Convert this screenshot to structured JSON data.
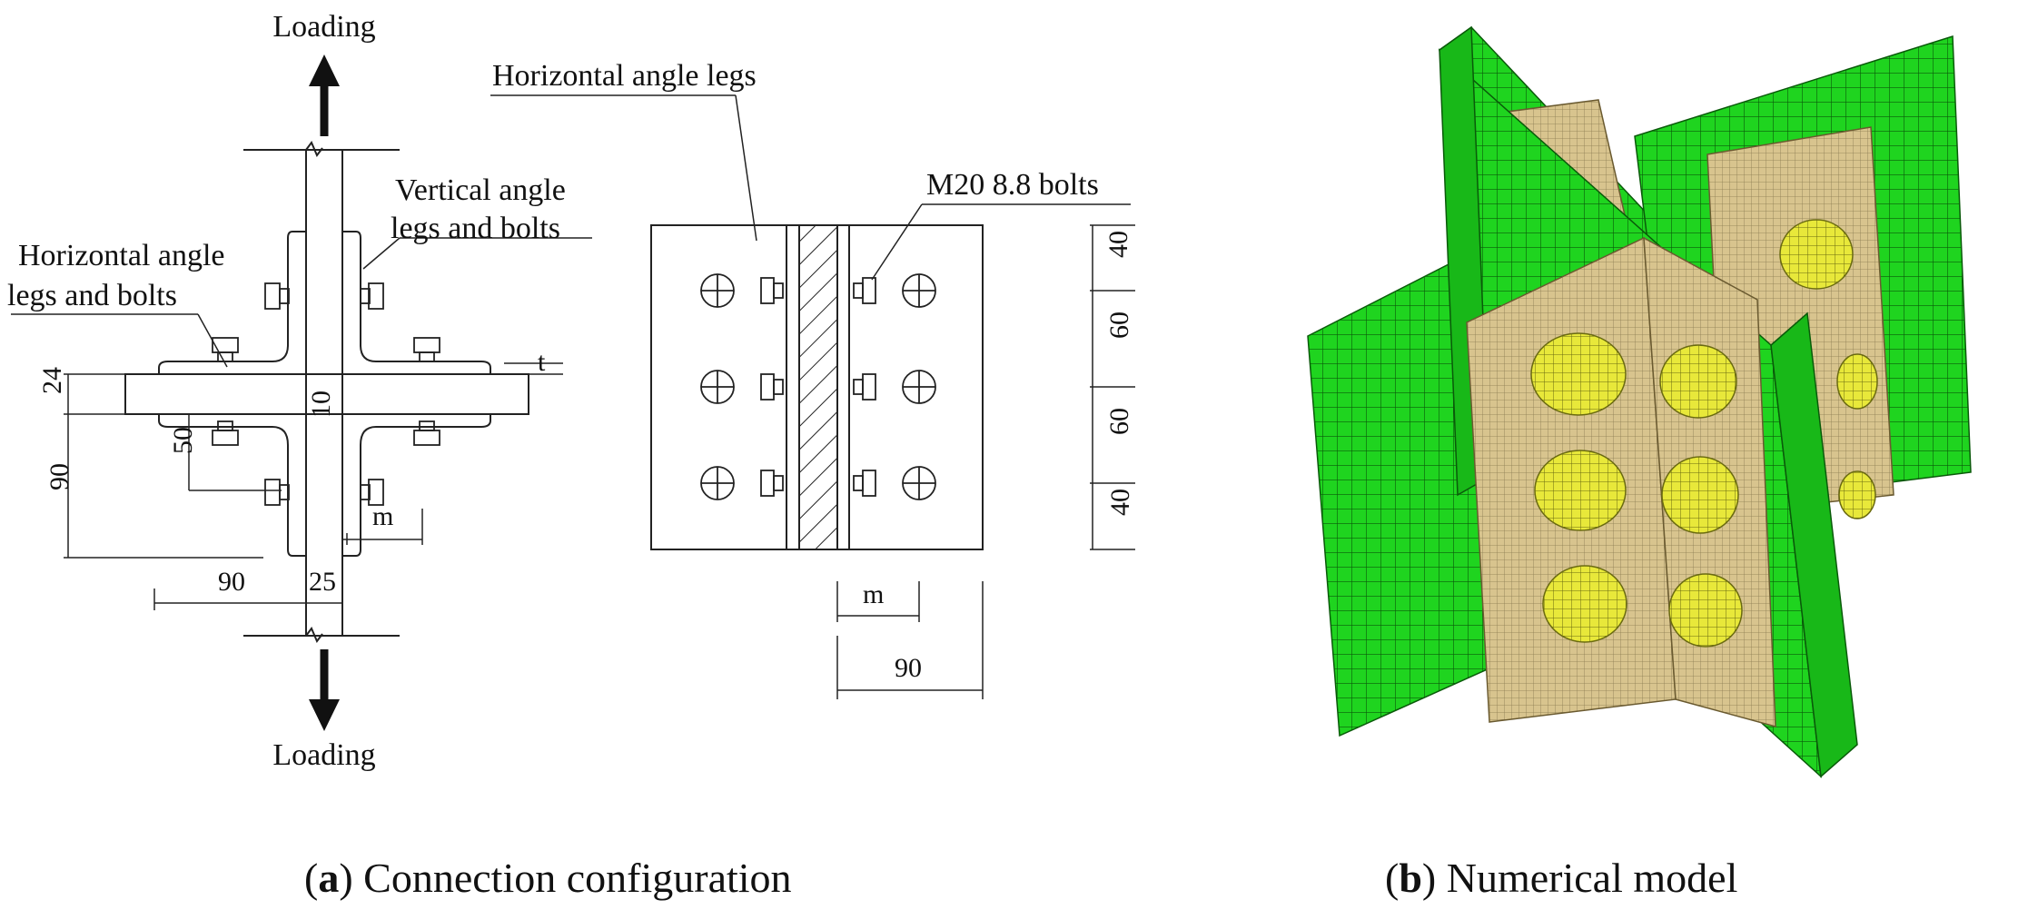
{
  "figure_a": {
    "loading_top": "Loading",
    "loading_bottom": "Loading",
    "vertical_angle_label_1": "Vertical angle",
    "vertical_angle_label_2": "legs and bolts",
    "horizontal_angle_label_1": "Horizontal angle",
    "horizontal_angle_label_2": "legs and bolts",
    "horizontal_angle_legs_label": "Horizontal angle legs",
    "bolts_label": "M20 8.8 bolts",
    "dims_side": {
      "d24": "24",
      "d10": "10",
      "d50": "50",
      "d90v": "90",
      "t": "t",
      "m": "m",
      "d90h": "90",
      "d25": "25"
    },
    "dims_front": {
      "d40a": "40",
      "d60a": "60",
      "d60b": "60",
      "d40b": "40",
      "m": "m",
      "d90": "90"
    }
  },
  "captions": {
    "a_letter": "a",
    "a_text": " Connection configuration",
    "b_letter": "b",
    "b_text": " Numerical model"
  },
  "colors": {
    "green": "#1fd41f",
    "tan": "#d8c48e",
    "bolt": "#e8e83a",
    "line": "#222222"
  }
}
